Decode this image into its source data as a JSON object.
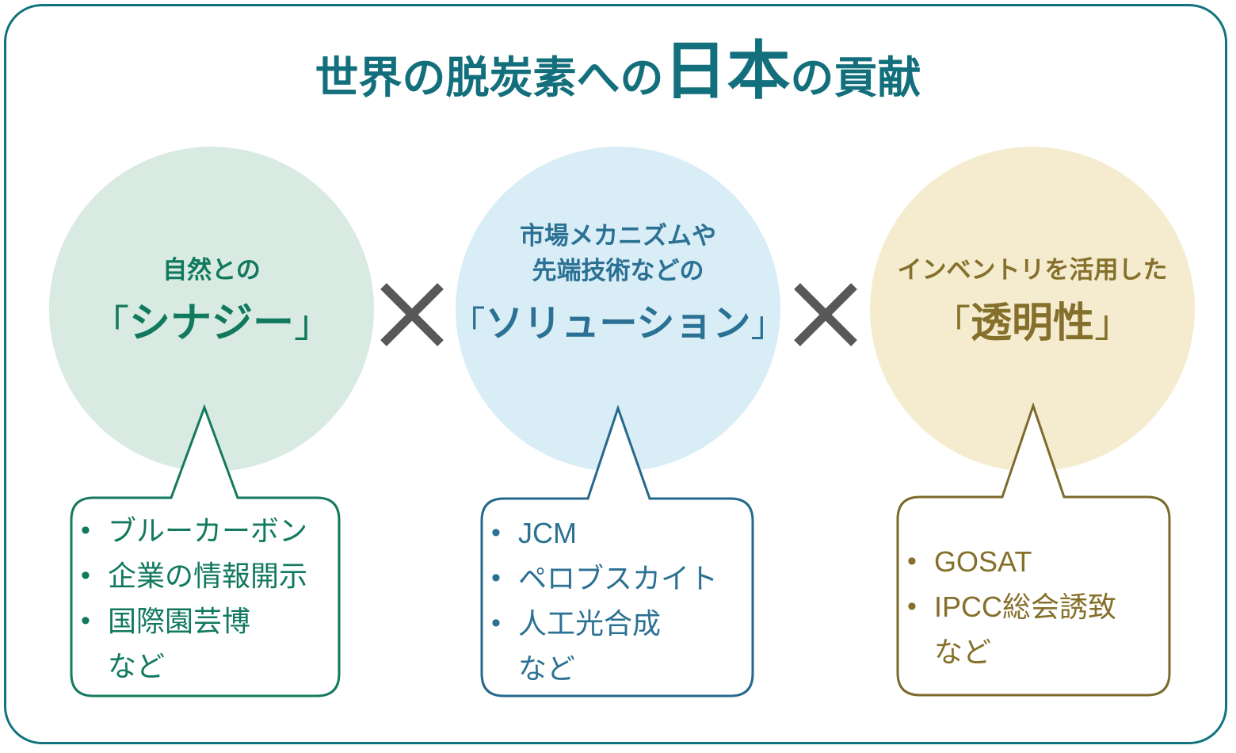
{
  "page": {
    "background": "#ffffff",
    "frame_border_color": "#10737d"
  },
  "title": {
    "prefix": "世界の脱炭素への",
    "highlight": "日本",
    "suffix": "の貢献",
    "color": "#136f7c"
  },
  "multiply_sign": "×",
  "multiply_color": "#58585a",
  "pillars": [
    {
      "name": "synergy",
      "subtitle_lines": [
        "自然との"
      ],
      "bracket_open": "「",
      "keyword": "シナジー",
      "bracket_close": "」",
      "callout_items": [
        "ブルーカーボン",
        "企業の情報開示",
        "国際園芸博"
      ],
      "callout_suffix": "など",
      "circle_fill": "#d8eae2",
      "accent_color": "#11795e",
      "border_color": "#15795f"
    },
    {
      "name": "solution",
      "subtitle_lines": [
        "市場メカニズムや",
        "先端技術などの"
      ],
      "bracket_open": "「",
      "keyword": "ソリューション",
      "bracket_close": "」",
      "callout_items": [
        "JCM",
        "ペロブスカイト",
        "人工光合成"
      ],
      "callout_suffix": "など",
      "circle_fill": "#d9edf7",
      "accent_color": "#2b7193",
      "border_color": "#26688c"
    },
    {
      "name": "transparency",
      "subtitle_lines": [
        "インベントリを活用した"
      ],
      "bracket_open": "「",
      "keyword": "透明性",
      "bracket_close": "」",
      "callout_items": [
        "GOSAT",
        "IPCC総会誘致"
      ],
      "callout_suffix": "など",
      "circle_fill": "#f5ecd0",
      "accent_color": "#85702b",
      "border_color": "#7d6a2b"
    }
  ]
}
